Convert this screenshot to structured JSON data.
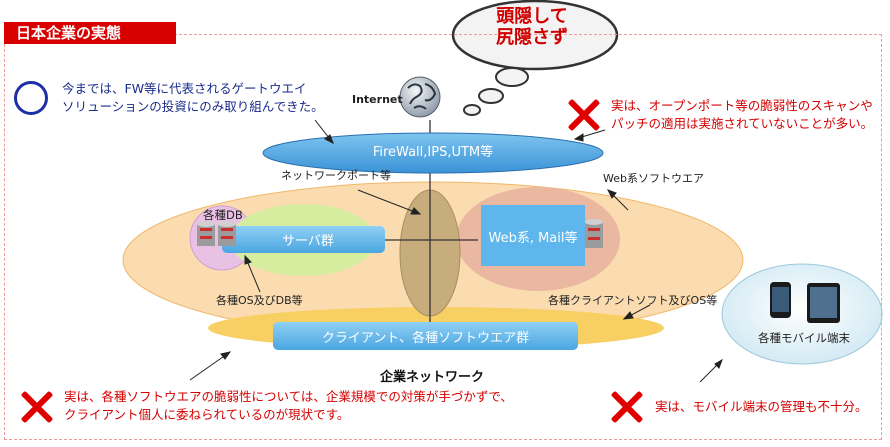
{
  "title": "日本企業の実態",
  "thought_bubble": {
    "line1": "頭隠して",
    "line2": "尻隠さず"
  },
  "internet_label": "Internet",
  "statements": {
    "good": {
      "line1": "今までは、FW等に代表されるゲートウエイ",
      "line2": "ソリューションの投資にのみ取り組んできた。"
    },
    "top_right": {
      "line1": "実は、オープンポート等の脆弱性のスキャンや",
      "line2": "パッチの適用は実施されていないことが多い。"
    },
    "bottom_left": {
      "line1": "実は、各種ソフトウエアの脆弱性については、企業規模での対策が手づかずで、",
      "line2": "クライアント個人に委ねられているのが現状です。"
    },
    "bottom_right": "実は、モバイル端末の管理も不十分。"
  },
  "diagram": {
    "firewall": "FireWall,IPS,UTM等",
    "network_port_label": "ネットワークポート等",
    "web_software_label": "Web系ソフトウエア",
    "db_label": "各種DB",
    "server_group": "サーバ群",
    "web_mail": "Web系, Mail等",
    "os_db_label": "各種OS及びDB等",
    "client_software_label": "各種クライアントソフト及びOS等",
    "client_bar": "クライアント、各種ソフトウエア群",
    "enterprise_network": "企業ネットワーク",
    "mobile_label": "各種モバイル端末"
  }
}
